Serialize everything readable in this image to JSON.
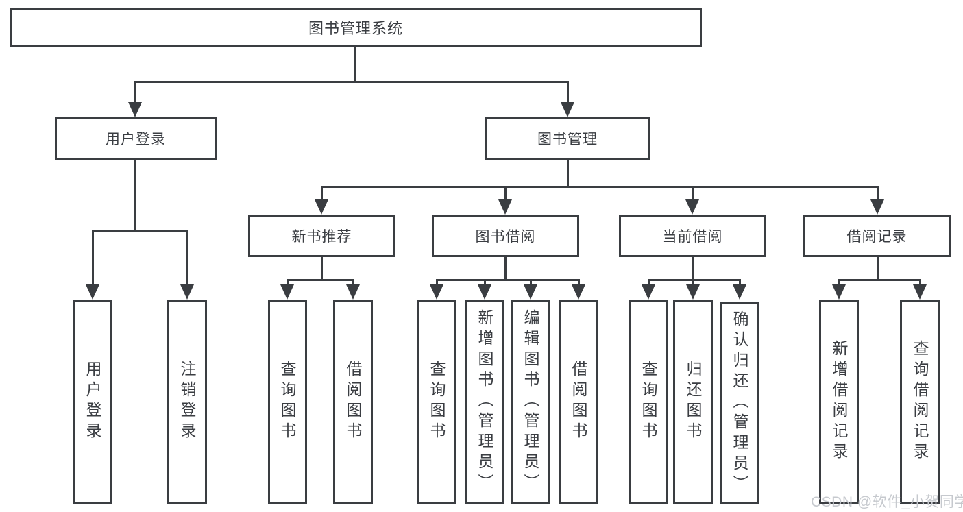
{
  "colors": {
    "line": "#3a3d41",
    "text": "#3a3d42",
    "box_background": "#ffffff",
    "watermark": "#c6c9ce"
  },
  "watermark": "CSDN @软件_小贺同学",
  "diagram": {
    "root": {
      "label": "图书管理系统"
    },
    "branches": [
      {
        "label": "用户登录",
        "children": [
          {
            "label": "用户登录"
          },
          {
            "label": "注销登录"
          }
        ]
      },
      {
        "label": "图书管理",
        "children": [
          {
            "label": "新书推荐",
            "children": [
              {
                "label": "查询图书"
              },
              {
                "label": "借阅图书"
              }
            ]
          },
          {
            "label": "图书借阅",
            "children": [
              {
                "label": "查询图书"
              },
              {
                "label": "新增图书（管理员）"
              },
              {
                "label": "编辑图书（管理员）"
              },
              {
                "label": "借阅图书"
              }
            ]
          },
          {
            "label": "当前借阅",
            "children": [
              {
                "label": "查询图书"
              },
              {
                "label": "归还图书"
              },
              {
                "label": "确认归还（管理员）"
              }
            ]
          },
          {
            "label": "借阅记录",
            "children": [
              {
                "label": "新增借阅记录"
              },
              {
                "label": "查询借阅记录"
              }
            ]
          }
        ]
      }
    ]
  }
}
